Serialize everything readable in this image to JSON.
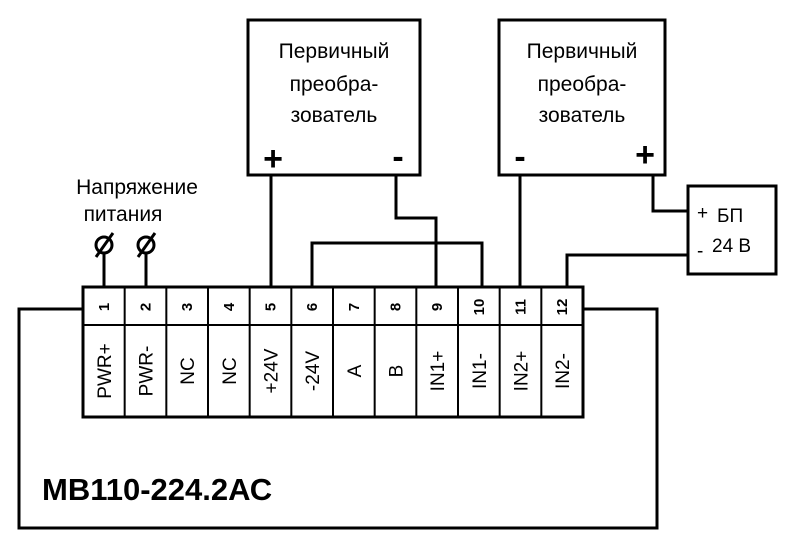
{
  "sensor1": {
    "label_lines": [
      "Первичный",
      "преобра-",
      "зователь"
    ],
    "left_sign": "+",
    "right_sign": "-"
  },
  "sensor2": {
    "label_lines": [
      "Первичный",
      "преобра-",
      "зователь"
    ],
    "left_sign": "-",
    "right_sign": "+"
  },
  "power_supply": {
    "plus": "+",
    "minus": "-",
    "line1": "БП",
    "line2": "24 В"
  },
  "supply_voltage": {
    "line1": "Напряжение",
    "line2": "питания",
    "terminal_symbol": "Ø"
  },
  "terminals": [
    {
      "num": "1",
      "label": "PWR+"
    },
    {
      "num": "2",
      "label": "PWR-"
    },
    {
      "num": "3",
      "label": "NC"
    },
    {
      "num": "4",
      "label": "NC"
    },
    {
      "num": "5",
      "label": "+24V"
    },
    {
      "num": "6",
      "label": "-24V"
    },
    {
      "num": "7",
      "label": "A"
    },
    {
      "num": "8",
      "label": "B"
    },
    {
      "num": "9",
      "label": "IN1+"
    },
    {
      "num": "10",
      "label": "IN1-"
    },
    {
      "num": "11",
      "label": "IN2+"
    },
    {
      "num": "12",
      "label": "IN2-"
    }
  ],
  "device": {
    "model": "МВ110-224.2АС"
  }
}
